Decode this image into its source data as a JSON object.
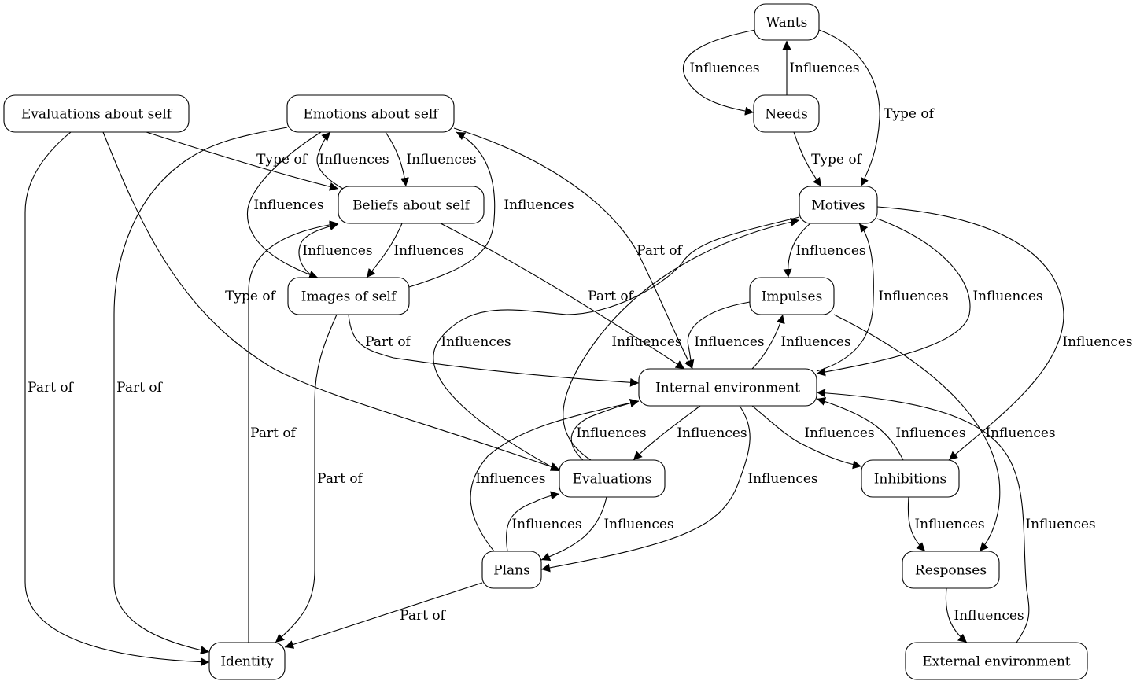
{
  "diagram": {
    "type": "directed-graph",
    "nodes": [
      {
        "id": "wants",
        "label": "Wants"
      },
      {
        "id": "needs",
        "label": "Needs"
      },
      {
        "id": "motives",
        "label": "Motives"
      },
      {
        "id": "impulses",
        "label": "Impulses"
      },
      {
        "id": "evaluations_about_self",
        "label": "Evaluations about self"
      },
      {
        "id": "emotions_about_self",
        "label": "Emotions about self"
      },
      {
        "id": "beliefs_about_self",
        "label": "Beliefs about self"
      },
      {
        "id": "images_of_self",
        "label": "Images of self"
      },
      {
        "id": "internal_environment",
        "label": "Internal environment"
      },
      {
        "id": "evaluations",
        "label": "Evaluations"
      },
      {
        "id": "inhibitions",
        "label": "Inhibitions"
      },
      {
        "id": "plans",
        "label": "Plans"
      },
      {
        "id": "responses",
        "label": "Responses"
      },
      {
        "id": "identity",
        "label": "Identity"
      },
      {
        "id": "external_environment",
        "label": "External environment"
      }
    ],
    "edges": [
      {
        "from": "wants",
        "to": "needs",
        "label": "Influences"
      },
      {
        "from": "needs",
        "to": "wants",
        "label": "Influences"
      },
      {
        "from": "wants",
        "to": "motives",
        "label": "Type of"
      },
      {
        "from": "needs",
        "to": "motives",
        "label": "Type of"
      },
      {
        "from": "motives",
        "to": "impulses",
        "label": "Influences"
      },
      {
        "from": "motives",
        "to": "internal_environment",
        "label": "Influences"
      },
      {
        "from": "internal_environment",
        "to": "motives",
        "label": "Influences"
      },
      {
        "from": "motives",
        "to": "inhibitions",
        "label": "Influences"
      },
      {
        "from": "motives",
        "to": "evaluations",
        "label": "Influences"
      },
      {
        "from": "evaluations",
        "to": "motives",
        "label": "Part of"
      },
      {
        "from": "impulses",
        "to": "internal_environment",
        "label": "Influences"
      },
      {
        "from": "internal_environment",
        "to": "impulses",
        "label": "Influences"
      },
      {
        "from": "impulses",
        "to": "responses",
        "label": "Influences"
      },
      {
        "from": "evaluations_about_self",
        "to": "beliefs_about_self",
        "label": "Type of"
      },
      {
        "from": "evaluations_about_self",
        "to": "evaluations",
        "label": "Type of"
      },
      {
        "from": "evaluations_about_self",
        "to": "identity",
        "label": "Part of"
      },
      {
        "from": "emotions_about_self",
        "to": "identity",
        "label": "Part of"
      },
      {
        "from": "emotions_about_self",
        "to": "beliefs_about_self",
        "label": "Influences"
      },
      {
        "from": "beliefs_about_self",
        "to": "emotions_about_self",
        "label": "Influences"
      },
      {
        "from": "emotions_about_self",
        "to": "images_of_self",
        "label": "Influences"
      },
      {
        "from": "images_of_self",
        "to": "emotions_about_self",
        "label": "Influences"
      },
      {
        "from": "emotions_about_self",
        "to": "internal_environment",
        "label": "Part of"
      },
      {
        "from": "beliefs_about_self",
        "to": "images_of_self",
        "label": "Influences"
      },
      {
        "from": "images_of_self",
        "to": "beliefs_about_self",
        "label": "Influences"
      },
      {
        "from": "beliefs_about_self",
        "to": "internal_environment",
        "label": "Influences"
      },
      {
        "from": "identity",
        "to": "beliefs_about_self",
        "label": "Part of"
      },
      {
        "from": "images_of_self",
        "to": "internal_environment",
        "label": "Part of"
      },
      {
        "from": "images_of_self",
        "to": "identity",
        "label": "Part of"
      },
      {
        "from": "internal_environment",
        "to": "evaluations",
        "label": "Influences"
      },
      {
        "from": "evaluations",
        "to": "internal_environment",
        "label": "Influences"
      },
      {
        "from": "internal_environment",
        "to": "inhibitions",
        "label": "Influences"
      },
      {
        "from": "inhibitions",
        "to": "internal_environment",
        "label": "Influences"
      },
      {
        "from": "internal_environment",
        "to": "plans",
        "label": "Influences"
      },
      {
        "from": "plans",
        "to": "internal_environment",
        "label": "Influences"
      },
      {
        "from": "external_environment",
        "to": "internal_environment",
        "label": "Influences"
      },
      {
        "from": "evaluations",
        "to": "plans",
        "label": "Influences"
      },
      {
        "from": "plans",
        "to": "evaluations",
        "label": "Influences"
      },
      {
        "from": "plans",
        "to": "identity",
        "label": "Part of"
      },
      {
        "from": "inhibitions",
        "to": "responses",
        "label": "Influences"
      },
      {
        "from": "responses",
        "to": "external_environment",
        "label": "Influences"
      }
    ]
  }
}
